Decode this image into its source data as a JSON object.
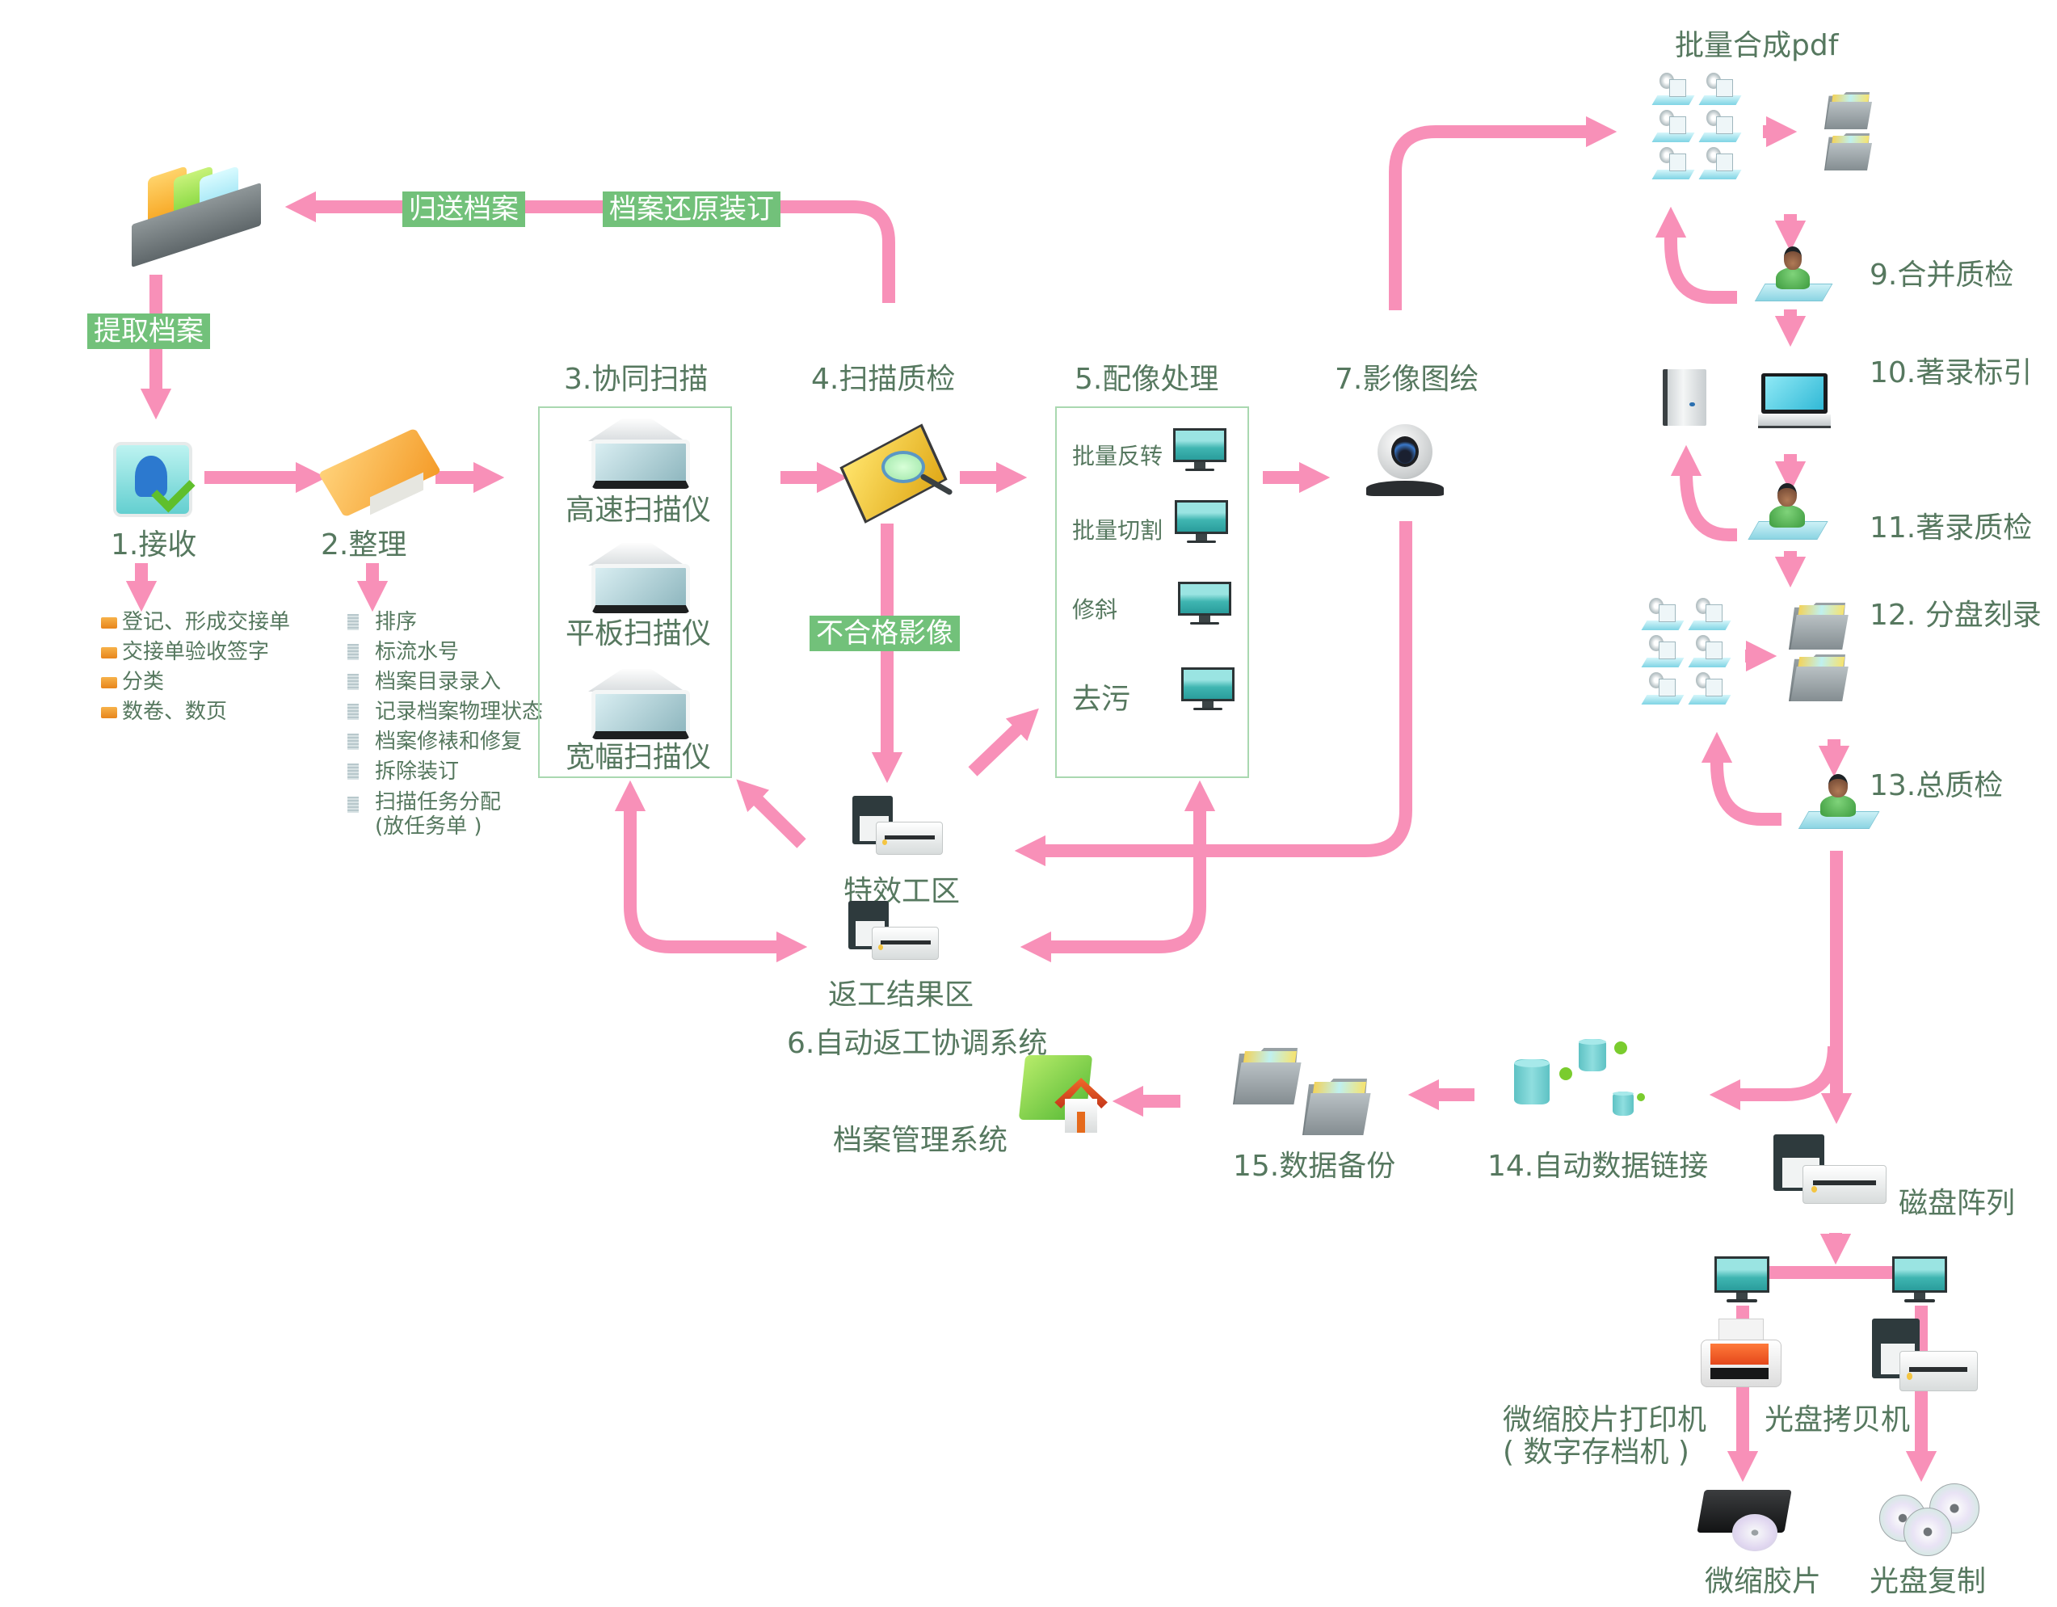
{
  "colors": {
    "arrow": "#f890b8",
    "tag_bg": "#72c17a",
    "tag_text": "#ffffff",
    "label_text": "#56785f",
    "box_border": "#a9d8b0"
  },
  "top_loop": {
    "return_tag": "归送档案",
    "restore_tag": "档案还原装订"
  },
  "extract_tag": "提取档案",
  "steps": {
    "s1": {
      "title": "1.接收",
      "items": [
        "登记、形成交接单",
        "交接单验收签字",
        "分类",
        "数卷、数页"
      ]
    },
    "s2": {
      "title": "2.整理",
      "items": [
        "排序",
        "标流水号",
        "档案目录录入",
        "记录档案物理状态",
        "档案修裱和修复",
        "拆除装订",
        "扫描任务分配",
        "(放任务单 )"
      ]
    },
    "s3": {
      "title": "3.协同扫描",
      "scanners": [
        "高速扫描仪",
        "平板扫描仪",
        "宽幅扫描仪"
      ]
    },
    "s4": {
      "title": "4.扫描质检",
      "reject_tag": "不合格影像"
    },
    "s5": {
      "title": "5.配像处理",
      "items": [
        "批量反转",
        "批量切割",
        "修斜",
        "去污"
      ]
    },
    "s6": {
      "title": "6.自动返工协调系统",
      "zones": [
        "特效工区",
        "返工结果区"
      ]
    },
    "s7": {
      "title": "7.影像图绘"
    },
    "s8": {
      "title": "批量合成pdf"
    },
    "s9": {
      "title": "9.合并质检"
    },
    "s10": {
      "title": "10.著录标引"
    },
    "s11": {
      "title": "11.著录质检"
    },
    "s12": {
      "title": "12. 分盘刻录"
    },
    "s13": {
      "title": "13.总质检"
    },
    "s14": {
      "title": "14.自动数据链接"
    },
    "s15": {
      "title": "15.数据备份"
    }
  },
  "archive_system": "档案管理系统",
  "output": {
    "disk_array": "磁盘阵列",
    "film_printer": "微缩胶片打印机",
    "film_printer_note": "( 数字存档机 )",
    "disc_copier": "光盘拷贝机",
    "film": "微缩胶片",
    "disc_copy": "光盘复制"
  }
}
